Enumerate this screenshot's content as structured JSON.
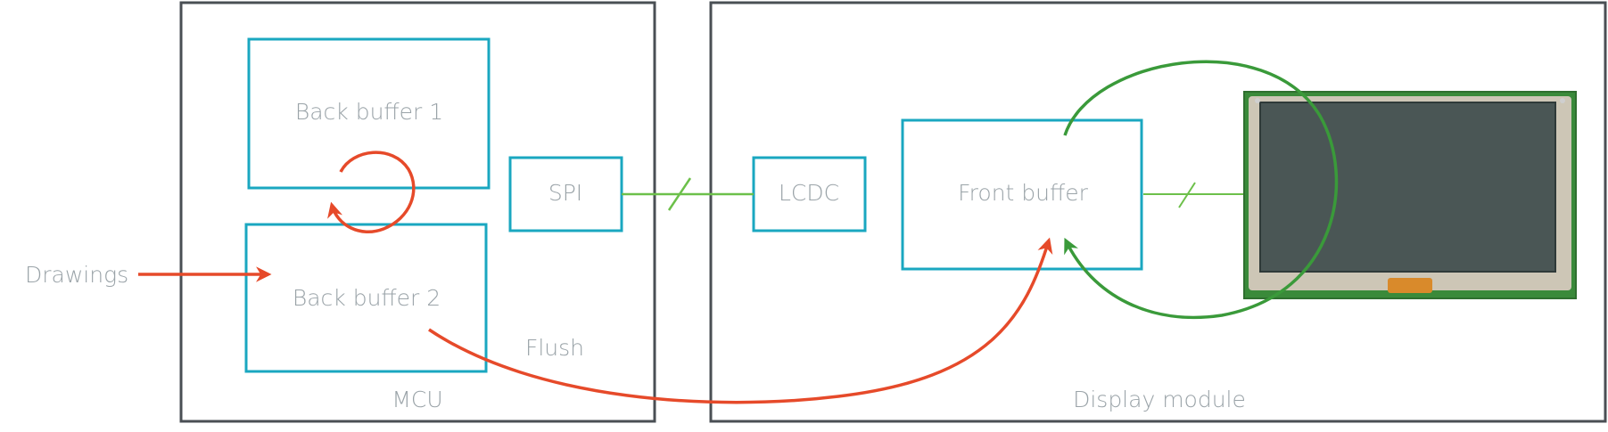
{
  "labels": {
    "drawings": "Drawings",
    "back_buffer_1": "Back buffer 1",
    "back_buffer_2": "Back buffer 2",
    "spi": "SPI",
    "flush": "Flush",
    "mcu": "MCU",
    "lcdc": "LCDC",
    "front_buffer": "Front buffer",
    "display_module": "Display module"
  },
  "colors": {
    "frame": "#4a4f54",
    "buffer_box": "#1aa7c0",
    "label_text": "#9aa3a8",
    "red_arrow": "#e64a2a",
    "green_arrow": "#3a9a3a",
    "bus_line": "#6cc04a",
    "lcd_screen": "#4a5655",
    "lcd_bezel": "#cdc6b6",
    "pcb": "#3a8a3a"
  }
}
